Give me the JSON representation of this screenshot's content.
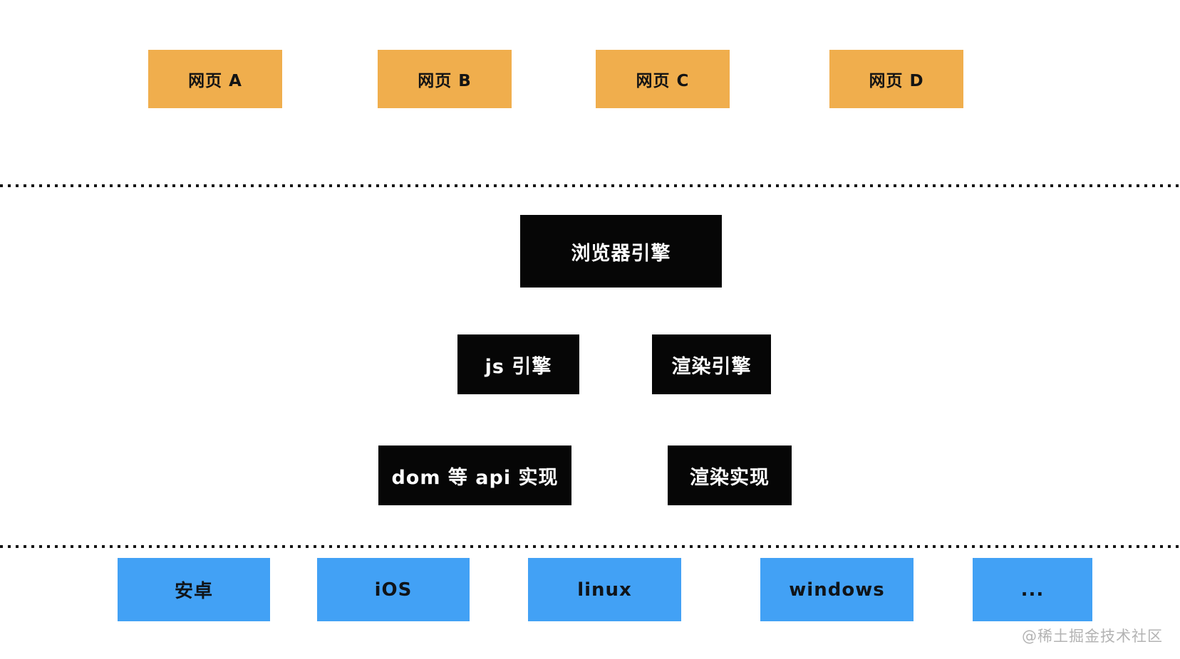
{
  "colors": {
    "background": "#ffffff",
    "webpage_box": "#f0ae4d",
    "engine_box": "#060606",
    "engine_text": "#ffffff",
    "os_box": "#42a1f5",
    "box_text": "#141414",
    "divider_dots": "#141414",
    "watermark_text": "#b3b3b3"
  },
  "webpage_layer": {
    "items": [
      {
        "label": "网页 A"
      },
      {
        "label": "网页 B"
      },
      {
        "label": "网页 C"
      },
      {
        "label": "网页 D"
      }
    ]
  },
  "engine_layer": {
    "browser_engine": {
      "label": "浏览器引擎"
    },
    "js_engine": {
      "label": "js 引擎"
    },
    "render_engine": {
      "label": "渲染引擎"
    },
    "dom_api_impl": {
      "label": "dom 等 api 实现"
    },
    "render_impl": {
      "label": "渲染实现"
    }
  },
  "os_layer": {
    "items": [
      {
        "label": "安卓"
      },
      {
        "label": "iOS"
      },
      {
        "label": "linux"
      },
      {
        "label": "windows"
      },
      {
        "label": "..."
      }
    ]
  },
  "watermark": {
    "text": "@稀土掘金技术社区"
  }
}
